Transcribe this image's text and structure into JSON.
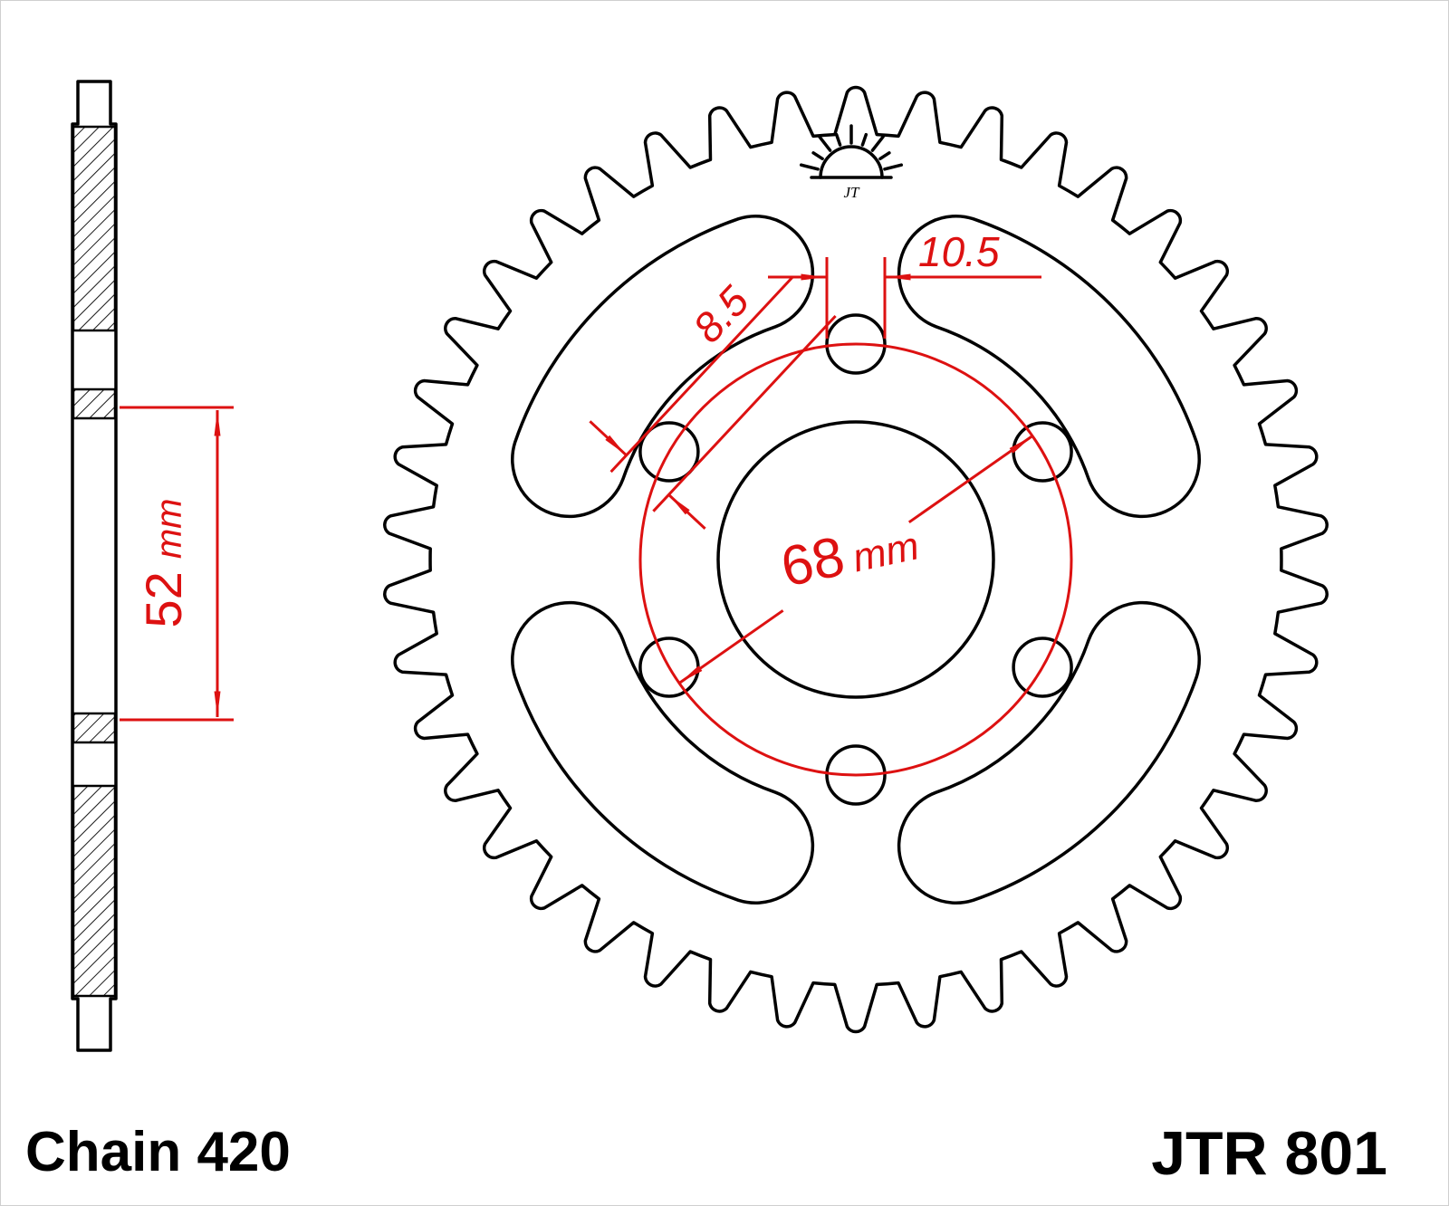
{
  "drawing": {
    "chain_label": "Chain 420",
    "part_label": "JTR 801"
  },
  "dimensions": {
    "hub_width": {
      "value": "52",
      "unit": "mm"
    },
    "bolt_circle": {
      "value": "68",
      "unit": "mm"
    },
    "small_hole": "8.5",
    "large_hole": "10.5"
  },
  "icons": {
    "logo": "jt-rising-sun-logo",
    "logo_text": "JT"
  },
  "colors": {
    "dimension_red": "#dd1111",
    "line_black": "#000000",
    "background": "#ffffff"
  },
  "gear": {
    "teeth_visible": 42,
    "bolt_holes": 6,
    "cutouts": 4
  }
}
